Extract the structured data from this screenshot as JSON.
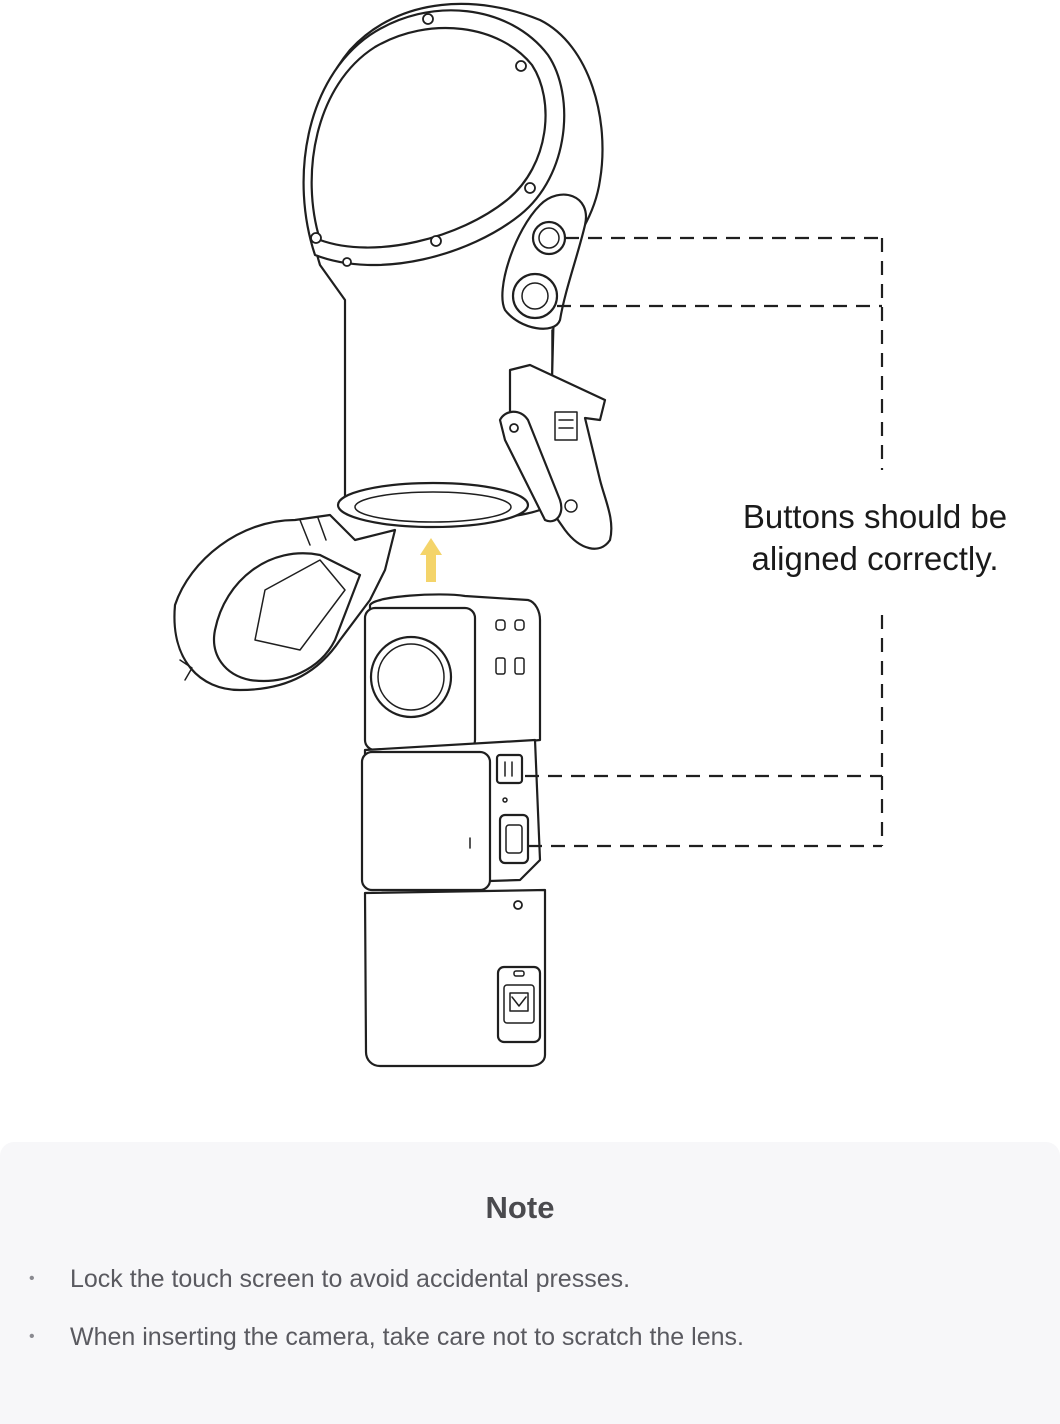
{
  "callout": {
    "line1": "Buttons should be",
    "line2": "aligned correctly."
  },
  "note": {
    "title": "Note",
    "items": [
      {
        "bullet": "•",
        "text": "Lock the touch screen to avoid accidental presses."
      },
      {
        "bullet": "•",
        "text": "When inserting the camera, take care not to scratch the lens."
      }
    ]
  },
  "colors": {
    "arrow": "#f4d46a",
    "panel_background": "#f7f7f9",
    "title_text": "#4a4a4e",
    "body_text": "#5a5a60"
  }
}
